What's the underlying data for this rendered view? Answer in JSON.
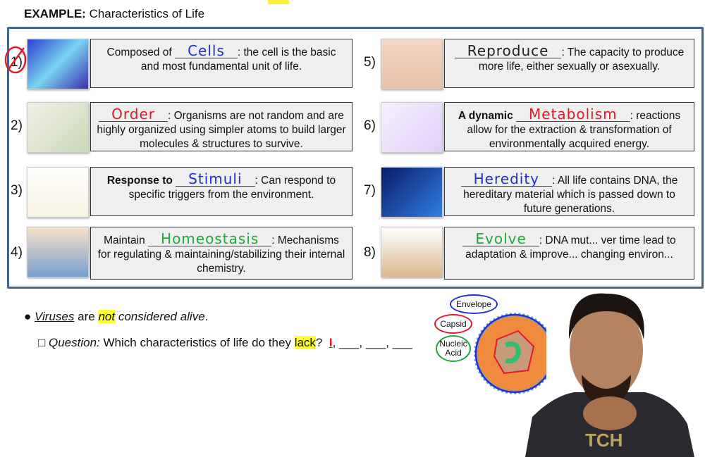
{
  "title": {
    "prefix": "EXAMPLE:",
    "text": "Characteristics of Life"
  },
  "items": [
    {
      "num": "1)",
      "image": "cells",
      "pre": "Composed of",
      "answer": "Cells",
      "post": ": the cell is the basic and most fundamental unit of life.",
      "color": "#2231c9"
    },
    {
      "num": "2)",
      "image": "biochemistry-diagram",
      "pre": "",
      "answer": "Order",
      "post": ": Organisms are not random and are highly organized using simpler atoms to build larger molecules & structures to survive.",
      "color": "#e0192b"
    },
    {
      "num": "3)",
      "image": "plant-light",
      "pre": "Response to",
      "answer": "Stimuli",
      "post": ": Can respond to specific triggers from the environment.",
      "color": "#2231c9"
    },
    {
      "num": "4)",
      "image": "sweating-man",
      "pre": "Maintain",
      "answer": "Homeostasis",
      "post": ": Mechanisms for regulating & maintaining/stabilizing their internal chemistry.",
      "color": "#1fa83a"
    },
    {
      "num": "5)",
      "image": "baby",
      "pre": "",
      "answer": "Reproduce",
      "post": ": The capacity to produce more life, either sexually or asexually.",
      "color": "#222222"
    },
    {
      "num": "6)",
      "image": "metabolic-pathways",
      "pre": "A dynamic",
      "answer": "Metabolism",
      "post": ": reactions allow for the extraction & transformation of environmentally acquired energy.",
      "color": "#e0192b"
    },
    {
      "num": "7)",
      "image": "dna",
      "pre": "",
      "answer": "Heredity",
      "post": ": All life contains DNA, the hereditary material which is passed down to future generations.",
      "color": "#2231c9"
    },
    {
      "num": "8)",
      "image": "evolution",
      "pre": "",
      "answer": "Evolve",
      "post": ": DNA mut... ver time lead to adaptation & improve... changing environ...",
      "color": "#1fa83a"
    }
  ],
  "bullet": {
    "w1": "Viruses",
    "w2": "are",
    "w3": "not",
    "w4": "considered alive",
    "w5": "."
  },
  "question": {
    "label": "Question:",
    "text": "Which characteristics of life do they",
    "hl": "lack",
    "end": "?",
    "answer1": "I",
    "blanks": ", ___, ___, ___"
  },
  "virus": {
    "envelope": "Envelope",
    "capsid": "Capsid",
    "nucleic": "Nucleic Acid"
  },
  "colors": {
    "frame": "#3f6590",
    "highlight": "#ffff33",
    "red": "#e0192b",
    "blue": "#2231c9",
    "green": "#1fa83a"
  }
}
